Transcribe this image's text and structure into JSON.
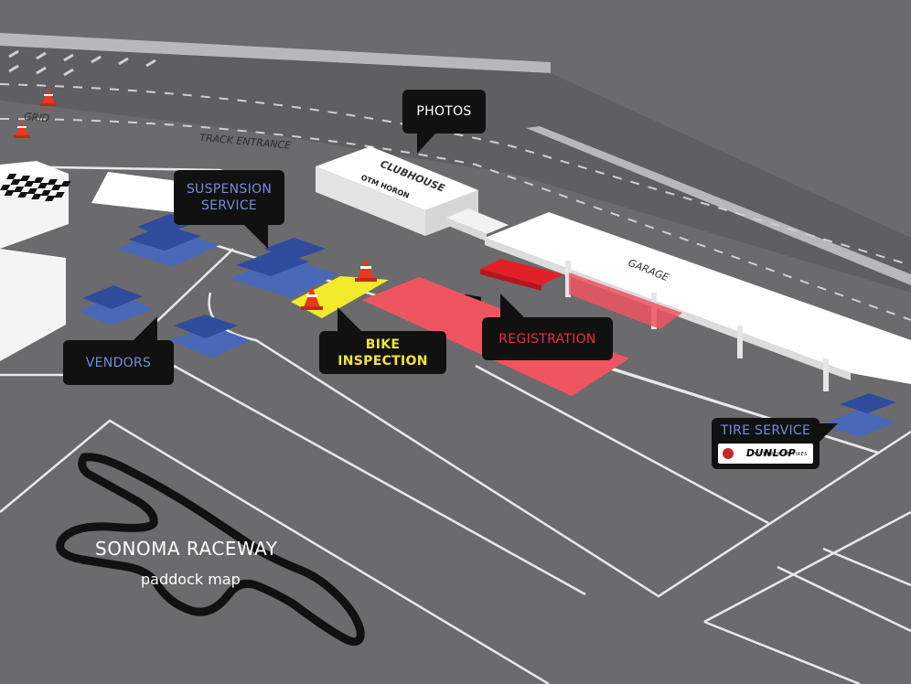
{
  "map": {
    "title": "SONOMA RACEWAY",
    "subtitle": "paddock map"
  },
  "areas": {
    "grid": "GRID",
    "track_entrance": "TRACK ENTRANCE",
    "clubhouse": "CLUBHOUSE",
    "garage": "GARAGE",
    "clubhouse_sign": "OTM HORON"
  },
  "callouts": {
    "photos": "PHOTOS",
    "suspension_line1": "SUSPENSION",
    "suspension_line2": "SERVICE",
    "vendors": "VENDORS",
    "bike_inspection": "BIKE INSPECTION",
    "registration": "REGISTRATION",
    "tire_service": "TIRE SERVICE",
    "sponsor_name": "DUNLOP",
    "sponsor_tagline": "MOTORCYCLE TIRES"
  },
  "colors": {
    "background": "#6b6b6d",
    "vendor_blue": "#3c5aa6",
    "inspection_yellow": "#f2ea2a",
    "registration_red": "#ef5560",
    "cone_orange": "#e8391f"
  }
}
